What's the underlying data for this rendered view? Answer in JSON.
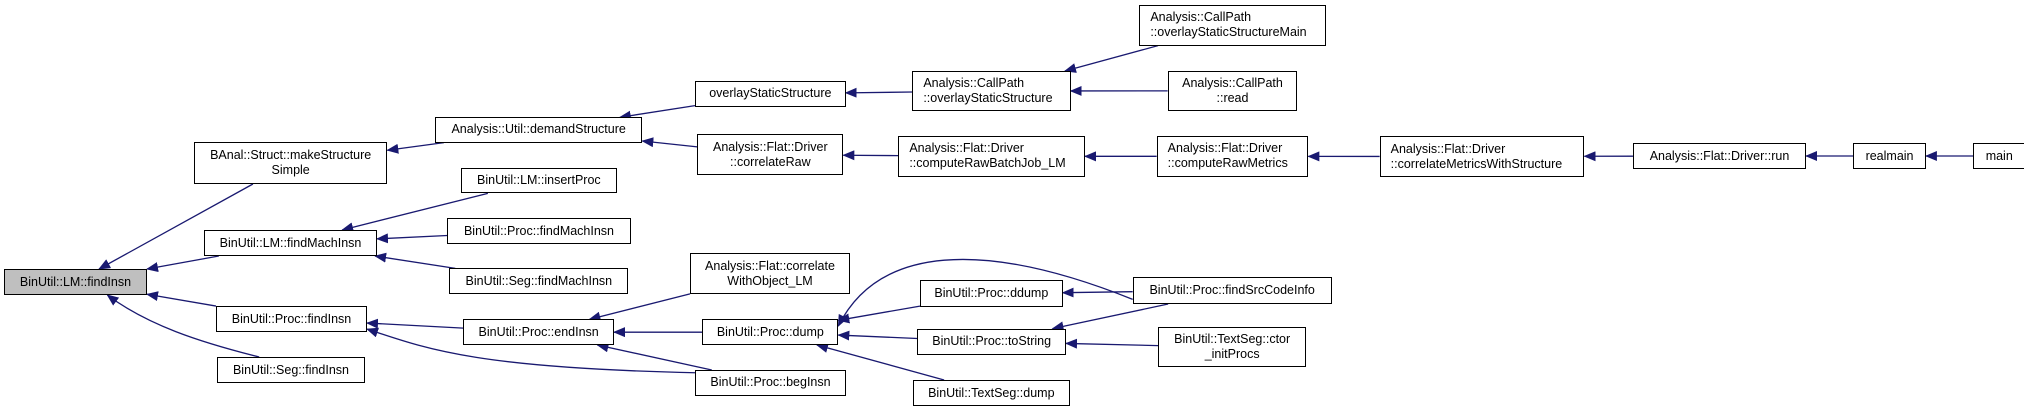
{
  "graph": {
    "title": "Caller graph for BinUtil::LM::findInsn",
    "edge_color": "#191970",
    "root_fill": "#bfbfbf",
    "nodes": [
      {
        "id": "n0",
        "label": "BinUtil::LM::findInsn",
        "root": true
      },
      {
        "id": "n1",
        "label": "BAnal::Struct::makeStructure\nSimple"
      },
      {
        "id": "n2",
        "label": "BinUtil::LM::findMachInsn"
      },
      {
        "id": "n3",
        "label": "BinUtil::Proc::findInsn"
      },
      {
        "id": "n4",
        "label": "BinUtil::Seg::findInsn"
      },
      {
        "id": "n5",
        "label": "Analysis::Util::demandStructure"
      },
      {
        "id": "n6",
        "label": "BinUtil::LM::insertProc"
      },
      {
        "id": "n7",
        "label": "BinUtil::Proc::findMachInsn"
      },
      {
        "id": "n8",
        "label": "BinUtil::Seg::findMachInsn"
      },
      {
        "id": "n9",
        "label": "BinUtil::Proc::endInsn"
      },
      {
        "id": "n10",
        "label": "BinUtil::Proc::begInsn"
      },
      {
        "id": "n11",
        "label": "overlayStaticStructure"
      },
      {
        "id": "n12",
        "label": "Analysis::Flat::Driver\n::correlateRaw"
      },
      {
        "id": "n13",
        "label": "Analysis::Flat::correlate\nWithObject_LM"
      },
      {
        "id": "n14",
        "label": "BinUtil::Proc::dump"
      },
      {
        "id": "n15",
        "label": "Analysis::CallPath\n::overlayStaticStructure",
        "align": "left"
      },
      {
        "id": "n16",
        "label": "Analysis::Flat::Driver\n::computeRawBatchJob_LM",
        "align": "left"
      },
      {
        "id": "n17",
        "label": "BinUtil::Proc::ddump"
      },
      {
        "id": "n18",
        "label": "BinUtil::Proc::toString"
      },
      {
        "id": "n19",
        "label": "BinUtil::TextSeg::dump"
      },
      {
        "id": "n20",
        "label": "Analysis::CallPath\n::overlayStaticStructureMain",
        "align": "left"
      },
      {
        "id": "n21",
        "label": "Analysis::CallPath\n::read"
      },
      {
        "id": "n22",
        "label": "Analysis::Flat::Driver\n::computeRawMetrics",
        "align": "left"
      },
      {
        "id": "n23",
        "label": "BinUtil::Proc::findSrcCodeInfo"
      },
      {
        "id": "n24",
        "label": "BinUtil::TextSeg::ctor\n_initProcs"
      },
      {
        "id": "n25",
        "label": "Analysis::Flat::Driver\n::correlateMetricsWithStructure",
        "align": "left"
      },
      {
        "id": "n26",
        "label": "Analysis::Flat::Driver::run"
      },
      {
        "id": "n27",
        "label": "realmain"
      },
      {
        "id": "n28",
        "label": "main"
      }
    ],
    "edges": [
      {
        "from": "n1",
        "to": "n0"
      },
      {
        "from": "n2",
        "to": "n0"
      },
      {
        "from": "n3",
        "to": "n0"
      },
      {
        "from": "n4",
        "to": "n0"
      },
      {
        "from": "n5",
        "to": "n1"
      },
      {
        "from": "n6",
        "to": "n2"
      },
      {
        "from": "n7",
        "to": "n2"
      },
      {
        "from": "n8",
        "to": "n2"
      },
      {
        "from": "n9",
        "to": "n3"
      },
      {
        "from": "n10",
        "to": "n3"
      },
      {
        "from": "n11",
        "to": "n5"
      },
      {
        "from": "n12",
        "to": "n5"
      },
      {
        "from": "n13",
        "to": "n9"
      },
      {
        "from": "n14",
        "to": "n9"
      },
      {
        "from": "n10",
        "to": "n9"
      },
      {
        "from": "n15",
        "to": "n11"
      },
      {
        "from": "n16",
        "to": "n12"
      },
      {
        "from": "n17",
        "to": "n14"
      },
      {
        "from": "n18",
        "to": "n14"
      },
      {
        "from": "n19",
        "to": "n14"
      },
      {
        "from": "n23",
        "to": "n14"
      },
      {
        "from": "n20",
        "to": "n15"
      },
      {
        "from": "n21",
        "to": "n15"
      },
      {
        "from": "n22",
        "to": "n16"
      },
      {
        "from": "n23",
        "to": "n17"
      },
      {
        "from": "n23",
        "to": "n18"
      },
      {
        "from": "n24",
        "to": "n18"
      },
      {
        "from": "n25",
        "to": "n22"
      },
      {
        "from": "n26",
        "to": "n25"
      },
      {
        "from": "n27",
        "to": "n26"
      },
      {
        "from": "n28",
        "to": "n27"
      }
    ]
  }
}
